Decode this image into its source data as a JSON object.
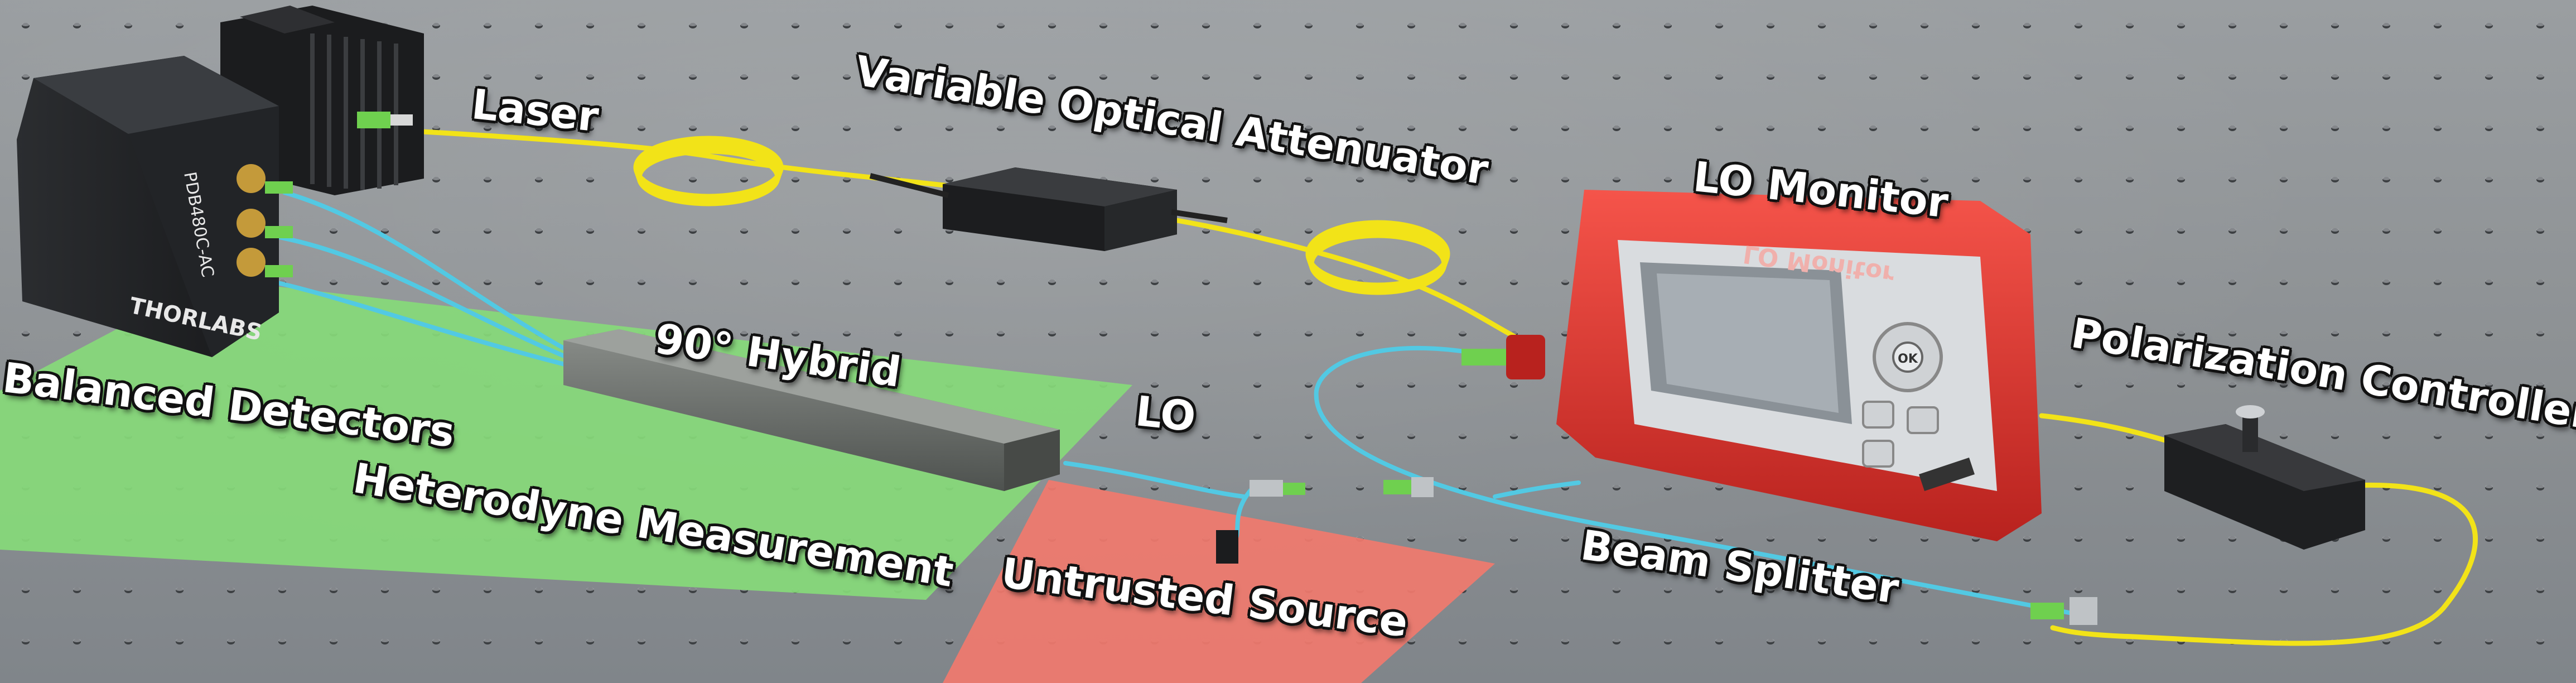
{
  "labels": {
    "laser": "Laser",
    "voa": "Variable Optical Attenuator",
    "lo_monitor": "LO Monitor",
    "polarization_controller": "Polarization Controller",
    "balanced_detectors": "Balanced Detectors",
    "hybrid": "90° Hybrid",
    "lo": "LO",
    "heterodyne": "Heterodyne Measurement",
    "untrusted_source": "Untrusted Source",
    "beam_splitter": "Beam Splitter"
  },
  "device_text": {
    "thorlabs": "THORLABS",
    "detector_model": "PDB480C-AC",
    "monitor_screen_reflection": "LO Monitor",
    "ok_button": "OK"
  },
  "colors": {
    "trusted_zone": "#86d97a",
    "untrusted_zone": "#f07a6e",
    "monitor_body": "#e23a34",
    "yellow_fiber": "#f2e318",
    "cyan_fiber": "#52c9e3",
    "hybrid_body": "#6b6f6c",
    "table_surface": "#8f9396"
  }
}
